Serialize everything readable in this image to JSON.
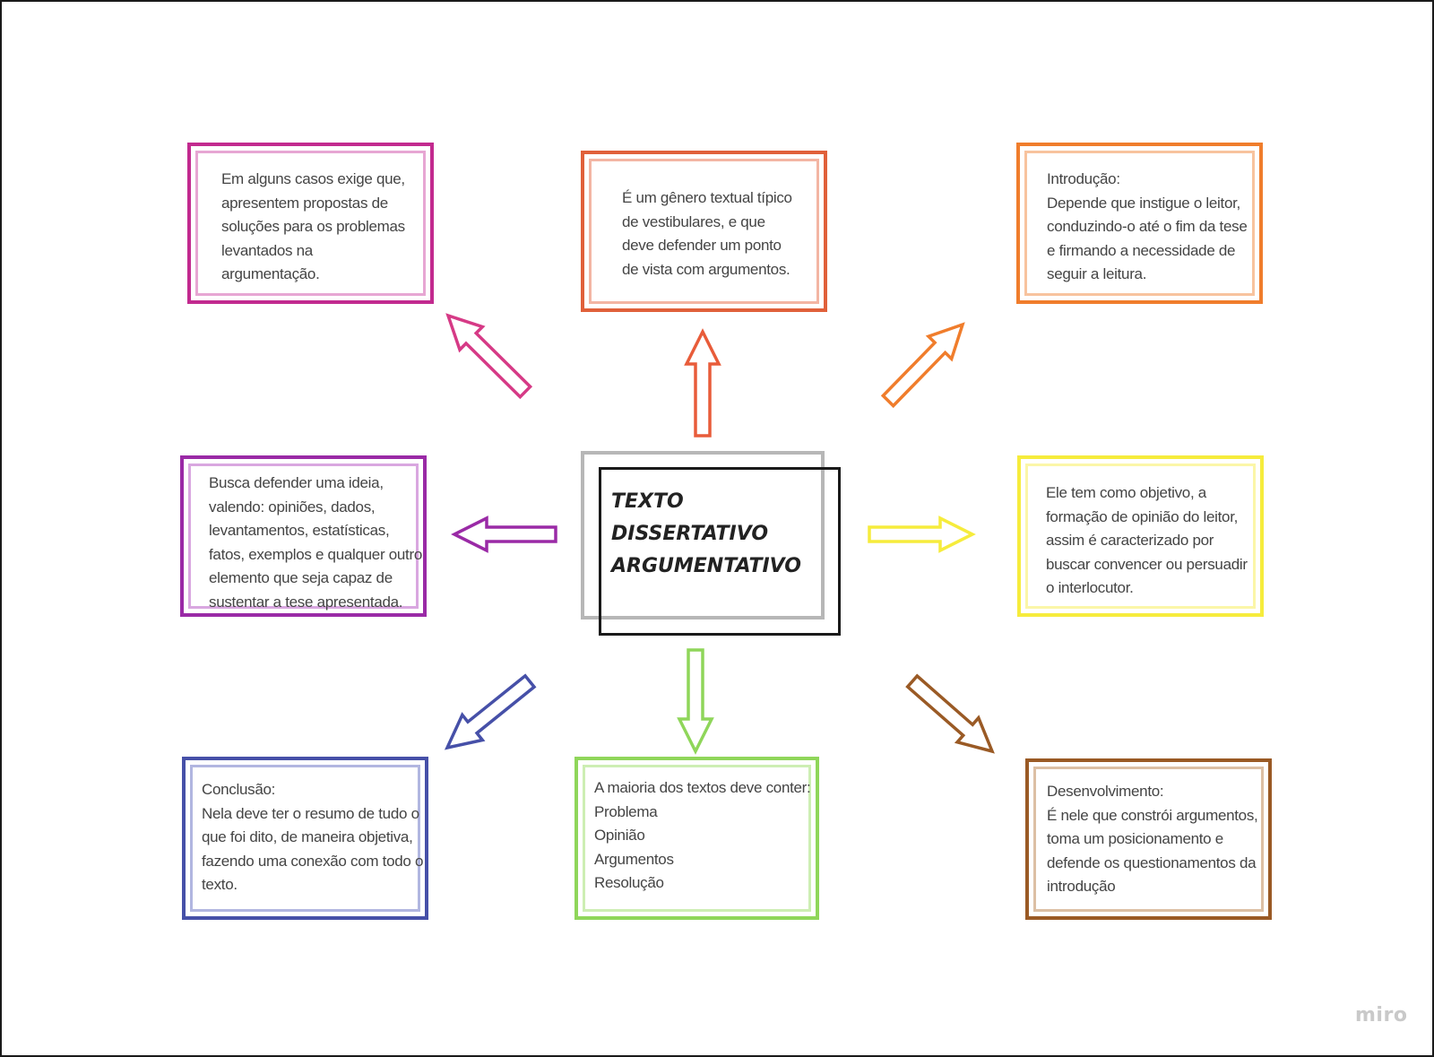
{
  "center": {
    "title": "TEXTO\nDISSERTATIVO\nARGUMENTATIVO"
  },
  "boxes": {
    "top_left": {
      "text": "Em alguns casos exige que,\napresentem propostas de\nsoluções para os problemas\nlevantados na\nargumentação.",
      "outer": "#c22a8f",
      "inner": "#e7a6d3"
    },
    "top_center": {
      "text": "É um gênero textual típico\nde vestibulares, e que\ndeve defender um ponto\nde vista com argumentos.",
      "outer": "#e0603a",
      "inner": "#f3b5a3"
    },
    "top_right": {
      "text": "Introdução:\nDepende que instigue o leitor,\nconduzindo-o  até o fim da tese\ne firmando a necessidade de\nseguir a leitura.",
      "outer": "#f07d2c",
      "inner": "#f8c39e"
    },
    "mid_left": {
      "text": "Busca defender uma ideia,\nvalendo: opiniões,  dados,\nlevantamentos, estatísticas,\nfatos, exemplos e qualquer outro\nelemento que seja capaz de\nsustentar a tese apresentada.",
      "outer": "#9a2aa6",
      "inner": "#d9a7e0"
    },
    "mid_right": {
      "text": "Ele tem como objetivo, a\nformação de opinião do leitor,\nassim é caracterizado por\nbuscar convencer ou persuadir\no interlocutor.",
      "outer": "#f6ec3c",
      "inner": "#fbf6a8"
    },
    "bottom_left": {
      "text": "Conclusão:\nNela deve ter o resumo de tudo o\nque foi dito, de maneira objetiva,\nfazendo uma conexão com todo o\ntexto.",
      "outer": "#4650a8",
      "inner": "#b1b6e0"
    },
    "bottom_center": {
      "text": "A maioria dos textos deve conter:\nProblema\nOpinião\nArgumentos\nResolução",
      "outer": "#8fd65a",
      "inner": "#cdeeb3"
    },
    "bottom_right": {
      "text": "Desenvolvimento:\nÉ nele que constrói argumentos,\ntoma um posicionamento e\ndefende os questionamentos da\nintrodução",
      "outer": "#9a5a25",
      "inner": "#dcbfa4"
    }
  },
  "arrows": {
    "top_left": "#d63a86",
    "top_center": "#e85c3a",
    "top_right": "#f07d2c",
    "mid_left": "#9a2aa6",
    "mid_right": "#f6ec3c",
    "bottom_left": "#4650a8",
    "bottom_center": "#8fd65a",
    "bottom_right": "#9a5a25"
  },
  "brand": "miro"
}
